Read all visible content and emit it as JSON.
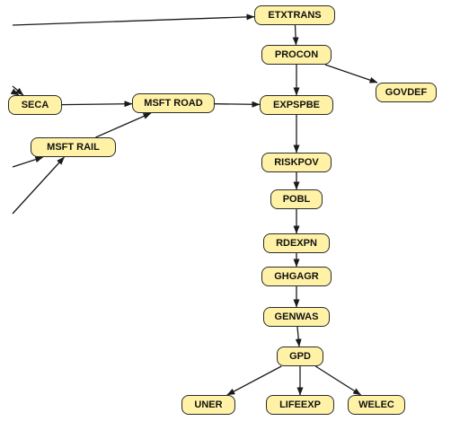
{
  "diagram": {
    "colors": {
      "node_fill": "#fff2a6",
      "node_border": "#2a2a2a",
      "edge": "#1a1a1a",
      "background": "#ffffff"
    },
    "nodes": {
      "etxtrans": "ETXTRANS",
      "procon": "PROCON",
      "govdef": "GOVDEF",
      "seca": "SECA",
      "msft_road": "MSFT ROAD",
      "expspbe": "EXPSPBE",
      "msft_rail": "MSFT RAIL",
      "riskpov": "RISKPOV",
      "pobl": "POBL",
      "rdexpn": "RDEXPN",
      "ghgagr": "GHGAGR",
      "genwas": "GENWAS",
      "gpd": "GPD",
      "uner": "UNER",
      "lifeexp": "LIFEEXP",
      "welec": "WELEC"
    },
    "edges": [
      {
        "from": "etxtrans",
        "to": "procon"
      },
      {
        "from": "procon",
        "to": "govdef"
      },
      {
        "from": "procon",
        "to": "expspbe"
      },
      {
        "from": "seca",
        "to": "msft_road"
      },
      {
        "from": "msft_rail",
        "to": "msft_road"
      },
      {
        "from": "msft_road",
        "to": "expspbe"
      },
      {
        "from": "expspbe",
        "to": "riskpov"
      },
      {
        "from": "riskpov",
        "to": "pobl"
      },
      {
        "from": "pobl",
        "to": "rdexpn"
      },
      {
        "from": "rdexpn",
        "to": "ghgagr"
      },
      {
        "from": "ghgagr",
        "to": "genwas"
      },
      {
        "from": "genwas",
        "to": "gpd"
      },
      {
        "from": "gpd",
        "to": "uner"
      },
      {
        "from": "gpd",
        "to": "lifeexp"
      },
      {
        "from": "gpd",
        "to": "welec"
      }
    ],
    "offscreen_edges": [
      {
        "to": "etxtrans"
      },
      {
        "to": "seca"
      },
      {
        "to": "seca"
      },
      {
        "to": "msft_rail"
      },
      {
        "to": "msft_rail"
      }
    ]
  }
}
